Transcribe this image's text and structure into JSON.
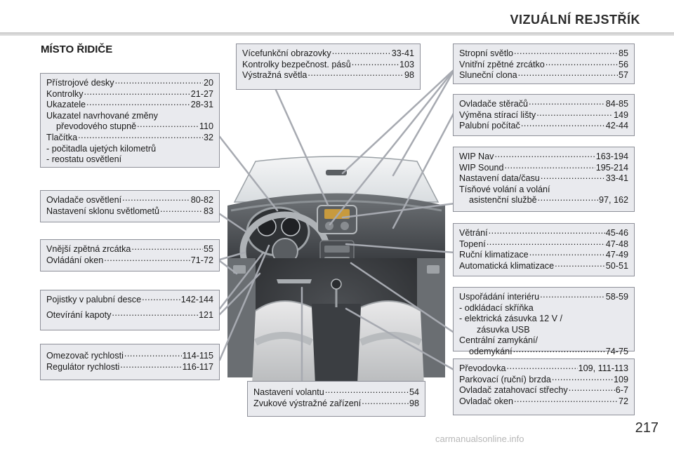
{
  "header": {
    "title": "VIZUÁLNÍ REJSTŘÍK"
  },
  "section_title": "MÍSTO ŘIDIČE",
  "page_number": "217",
  "watermark": "carmanualsonline.info",
  "boxes": {
    "instruments": {
      "rows": [
        {
          "text": "Přístrojové desky",
          "page": "20"
        },
        {
          "text": "Kontrolky",
          "page": "21-27"
        },
        {
          "text": "Ukazatele",
          "page": "28-31"
        }
      ],
      "gear_line1": "Ukazatel navrhované změny",
      "gear_line2": "převodového stupně",
      "gear_page": "110",
      "buttons": {
        "text": "Tlačítka",
        "page": "32"
      },
      "bullets": [
        "-  počitadla ujetých kilometrů",
        "-  reostatu osvětlení"
      ]
    },
    "display": {
      "rows": [
        {
          "text": "Vícefunkční obrazovky",
          "page": "33-41"
        },
        {
          "text": "Kontrolky bezpečnost. pásů",
          "page": "103"
        },
        {
          "text": "Výstražná světla",
          "page": "98"
        }
      ]
    },
    "roof_light": {
      "rows": [
        {
          "text": "Stropní světlo",
          "page": "85"
        },
        {
          "text": "Vnitřní zpětné zrcátko",
          "page": "56"
        },
        {
          "text": "Sluneční clona",
          "page": "57"
        }
      ]
    },
    "wipers": {
      "rows": [
        {
          "text": "Ovladače stěračů",
          "page": "84-85"
        },
        {
          "text": "Výměna stírací lišty",
          "page": "149"
        },
        {
          "text": "Palubní počítač",
          "page": "42-44"
        }
      ]
    },
    "wip": {
      "rows": [
        {
          "text": "WIP Nav",
          "page": "163-194"
        },
        {
          "text": "WIP Sound",
          "page": "195-214"
        },
        {
          "text": "Nastavení data/času",
          "page": "33-41"
        }
      ],
      "emergency_line1": "Tísňové volání a volání",
      "emergency_line2": "asistenční službě",
      "emergency_page": "97, 162"
    },
    "lighting": {
      "rows": [
        {
          "text": "Ovladače osvětlení",
          "page": "80-82"
        },
        {
          "text": "Nastavení sklonu světlometů",
          "page": "83"
        }
      ]
    },
    "ventilation": {
      "rows": [
        {
          "text": "Větrání",
          "page": "45-46"
        },
        {
          "text": "Topení",
          "page": "47-48"
        },
        {
          "text": "Ruční klimatizace",
          "page": "47-49"
        },
        {
          "text": "Automatická klimatizace",
          "page": "50-51"
        }
      ]
    },
    "mirrors": {
      "rows": [
        {
          "text": "Vnější zpětná zrcátka",
          "page": "55"
        },
        {
          "text": "Ovládání oken",
          "page": "71-72"
        }
      ]
    },
    "interior": {
      "row1": {
        "text": "Uspořádání interiéru",
        "page": "58-59"
      },
      "bullet1": "-  odkládací skříňka",
      "bullet2a": "-  elektrická zásuvka 12 V /",
      "bullet2b": "zásuvka USB",
      "lock_line1": "Centrální zamykání/",
      "lock_line2": "odemykání",
      "lock_page": "74-75"
    },
    "fuses": {
      "rows": [
        {
          "text": "Pojistky v palubní desce",
          "page": "142-144"
        },
        {
          "text": "Otevírání kapoty",
          "page": "121"
        }
      ]
    },
    "speed": {
      "rows": [
        {
          "text": "Omezovač rychlosti",
          "page": "114-115"
        },
        {
          "text": "Regulátor rychlosti",
          "page": "116-117"
        }
      ]
    },
    "steering": {
      "rows": [
        {
          "text": "Nastavení volantu",
          "page": "54"
        },
        {
          "text": "Zvukové výstražné zařízení",
          "page": "98"
        }
      ]
    },
    "gearbox": {
      "rows": [
        {
          "text": "Převodovka",
          "page": "109, 111-113"
        },
        {
          "text": "Parkovací (ruční) brzda",
          "page": "109"
        },
        {
          "text": "Ovladač zatahovací střechy",
          "page": "6-7"
        },
        {
          "text": "Ovladač oken",
          "page": "72"
        }
      ]
    }
  }
}
